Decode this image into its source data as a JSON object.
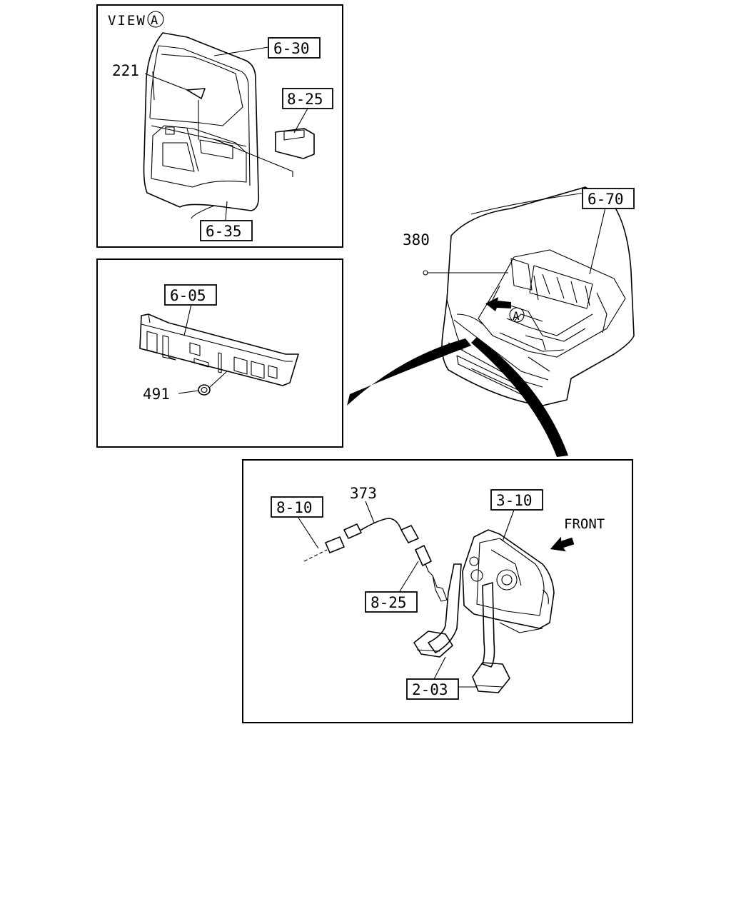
{
  "view_a": {
    "title": "VIEW",
    "marker": "A",
    "refs": {
      "door": "6-30",
      "trim": "6-35",
      "switch": "8-25",
      "bolt": "221"
    }
  },
  "panel_dash": {
    "refs": {
      "panel": "6-05",
      "grommet": "491"
    }
  },
  "cab": {
    "refs": {
      "cab": "6-70",
      "clip": "380"
    },
    "marker": "A"
  },
  "pedal": {
    "refs": {
      "harness": "8-10",
      "wire": "373",
      "bracket": "3-10",
      "switch": "8-25",
      "pedal": "2-03"
    },
    "front_label": "FRONT"
  }
}
